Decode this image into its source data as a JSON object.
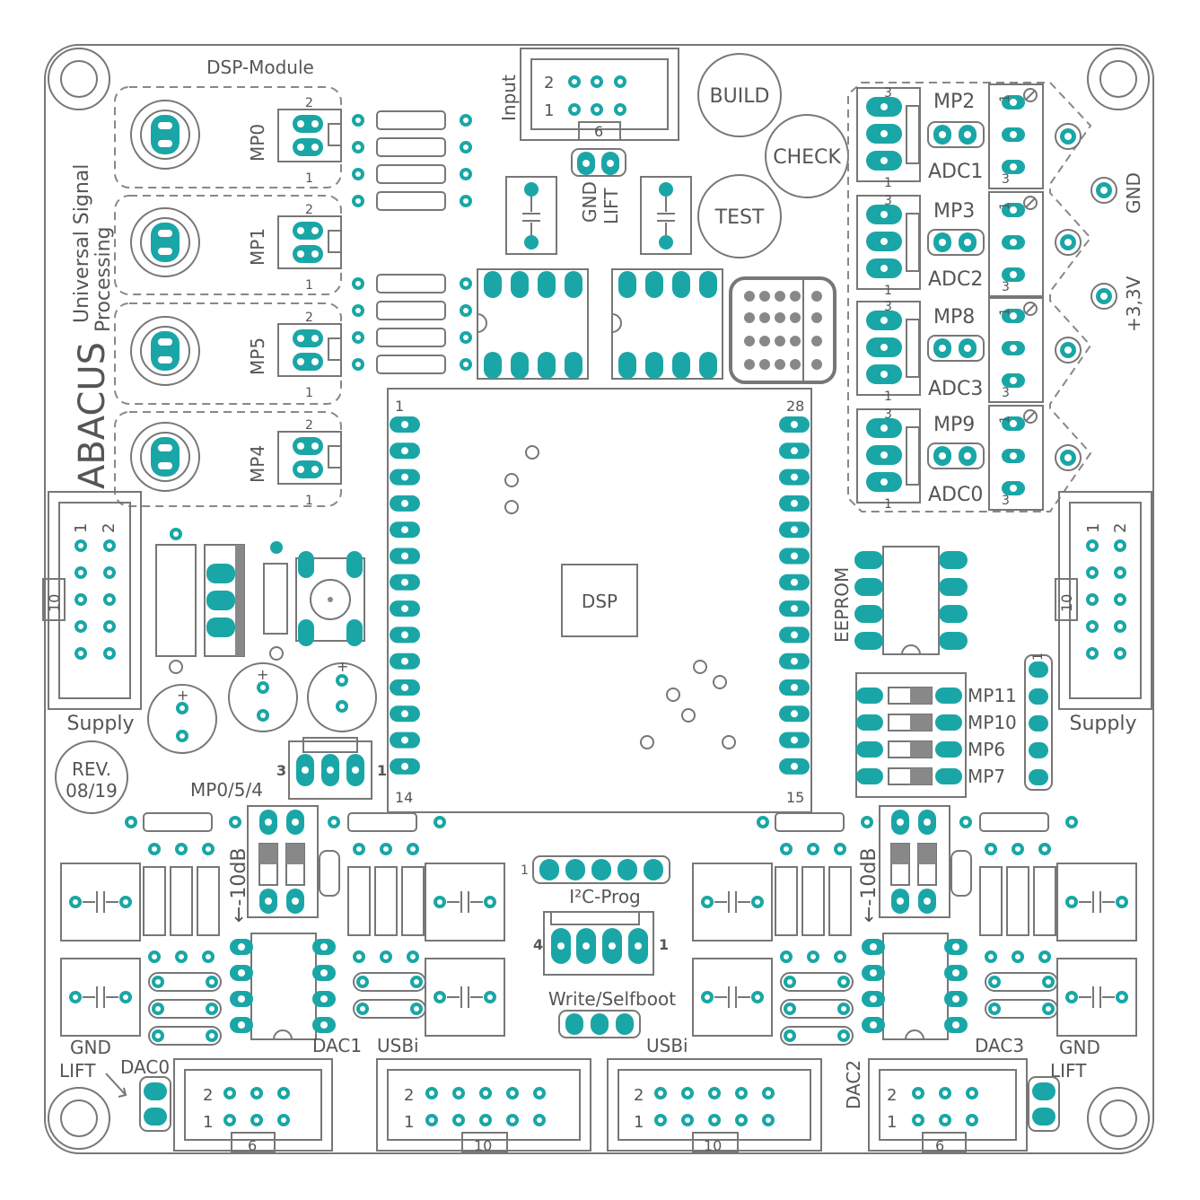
{
  "colors": {
    "copper": "#1aa6a6",
    "silk": "#777777",
    "board": "#ffffff"
  },
  "labels": {
    "dsp_module": "DSP-Module",
    "uasp_1": "Universal Signal",
    "uasp_2": "Processing",
    "abacus": "ABACUS",
    "input": "Input",
    "build": "BUILD",
    "check": "CHECK",
    "test": "TEST",
    "gnd_lift_vert_1": "GND",
    "gnd_lift_vert_2": "LIFT",
    "gnd": "GND",
    "v33": "+3,3V",
    "dsp": "DSP",
    "eeprom": "EEPROM",
    "supply": "Supply",
    "rev_1": "REV.",
    "rev_2": "08/19",
    "mp_sel": "MP0/5/4",
    "minus10db": "←-10dB",
    "i2c_prog": "I²C-Prog",
    "write_selfboot": "Write/Selfboot",
    "gnd_lift_gnd": "GND",
    "gnd_lift_lift": "LIFT",
    "dac0": "DAC0",
    "dac1": "DAC1",
    "dac2": "DAC2",
    "dac3": "DAC3",
    "usbi": "USBi",
    "pin1": "1",
    "pin2": "2",
    "pin3": "3",
    "pin4": "4",
    "pin14": "14",
    "pin15": "15",
    "pin28": "28",
    "hdr6": "6",
    "hdr10": "10"
  },
  "mp_left": [
    "MP0",
    "MP1",
    "MP5",
    "MP4"
  ],
  "adc_blocks": [
    {
      "mp": "MP2",
      "adc": "ADC1"
    },
    {
      "mp": "MP3",
      "adc": "ADC2"
    },
    {
      "mp": "MP8",
      "adc": "ADC3"
    },
    {
      "mp": "MP9",
      "adc": "ADC0"
    }
  ],
  "dip_labels": [
    "MP11",
    "MP10",
    "MP6",
    "MP7"
  ]
}
